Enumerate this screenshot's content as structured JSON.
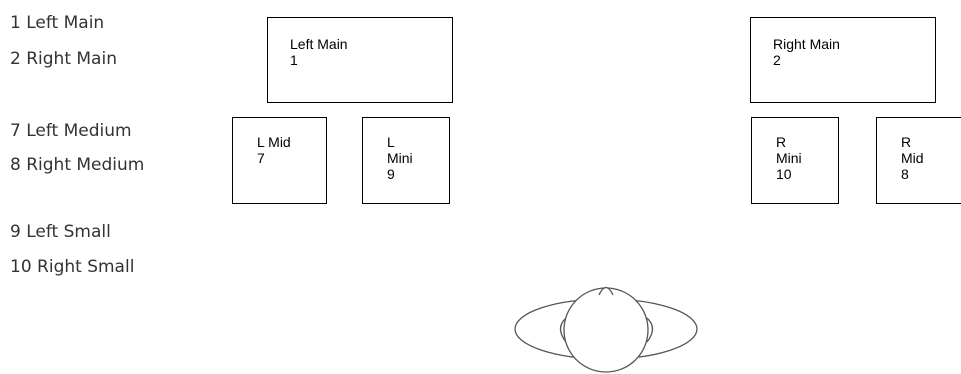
{
  "legend": [
    {
      "id": "1",
      "text": "1 Left Main"
    },
    {
      "id": "2",
      "text": "2 Right Main"
    },
    {
      "id": "7",
      "text": "7 Left Medium"
    },
    {
      "id": "8",
      "text": "8 Right Medium"
    },
    {
      "id": "9",
      "text": "9 Left Small"
    },
    {
      "id": "10",
      "text": "10 Right Small"
    }
  ],
  "speakers": {
    "left_main": {
      "name": "Left Main",
      "number": "1"
    },
    "right_main": {
      "name": "Right Main",
      "number": "2"
    },
    "left_mid": {
      "name": "L Mid",
      "number": "7"
    },
    "left_mini": {
      "name": "L\nMini",
      "number": "9"
    },
    "right_mini": {
      "name": "R\nMini",
      "number": "10"
    },
    "right_mid": {
      "name": "R\nMid",
      "number": "8"
    }
  },
  "listener": {
    "icon": "listener-head-icon"
  }
}
